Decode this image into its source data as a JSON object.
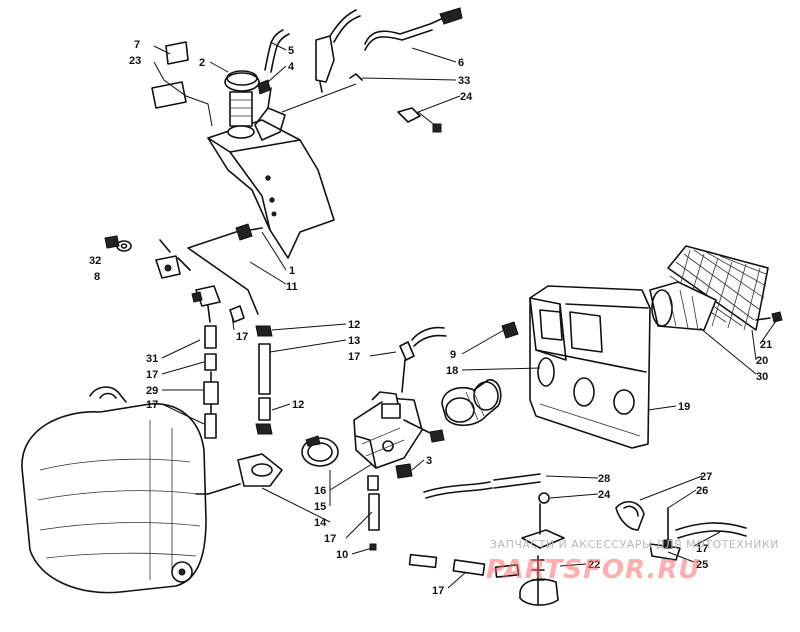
{
  "watermark": {
    "caption": "ЗАПЧАСТИ И АКСЕССУАРЫ ДЛЯ МОТОТЕХНИКИ",
    "brand": "PARTSFOR.RU",
    "color": "#ff6a6a"
  },
  "callouts": [
    {
      "id": "c7",
      "text": "7"
    },
    {
      "id": "c23",
      "text": "23"
    },
    {
      "id": "c2",
      "text": "2"
    },
    {
      "id": "c5",
      "text": "5"
    },
    {
      "id": "c4",
      "text": "4"
    },
    {
      "id": "c6",
      "text": "6"
    },
    {
      "id": "c33",
      "text": "33"
    },
    {
      "id": "c24a",
      "text": "24"
    },
    {
      "id": "c32",
      "text": "32"
    },
    {
      "id": "c8",
      "text": "8"
    },
    {
      "id": "c1",
      "text": "1"
    },
    {
      "id": "c11",
      "text": "11"
    },
    {
      "id": "c17a",
      "text": "17"
    },
    {
      "id": "c12a",
      "text": "12"
    },
    {
      "id": "c13",
      "text": "13"
    },
    {
      "id": "c17b",
      "text": "17"
    },
    {
      "id": "c31",
      "text": "31"
    },
    {
      "id": "c17c",
      "text": "17"
    },
    {
      "id": "c29",
      "text": "29"
    },
    {
      "id": "c17d",
      "text": "17"
    },
    {
      "id": "c12b",
      "text": "12"
    },
    {
      "id": "c9",
      "text": "9"
    },
    {
      "id": "c18",
      "text": "18"
    },
    {
      "id": "c19",
      "text": "19"
    },
    {
      "id": "c21",
      "text": "21"
    },
    {
      "id": "c20",
      "text": "20"
    },
    {
      "id": "c30",
      "text": "30"
    },
    {
      "id": "c3",
      "text": "3"
    },
    {
      "id": "c16",
      "text": "16"
    },
    {
      "id": "c15",
      "text": "15"
    },
    {
      "id": "c14",
      "text": "14"
    },
    {
      "id": "c17e",
      "text": "17"
    },
    {
      "id": "c10",
      "text": "10"
    },
    {
      "id": "c28",
      "text": "28"
    },
    {
      "id": "c24b",
      "text": "24"
    },
    {
      "id": "c27",
      "text": "27"
    },
    {
      "id": "c26",
      "text": "26"
    },
    {
      "id": "c17f",
      "text": "17"
    },
    {
      "id": "c25",
      "text": "25"
    },
    {
      "id": "c22",
      "text": "22"
    },
    {
      "id": "c17g",
      "text": "17"
    }
  ]
}
